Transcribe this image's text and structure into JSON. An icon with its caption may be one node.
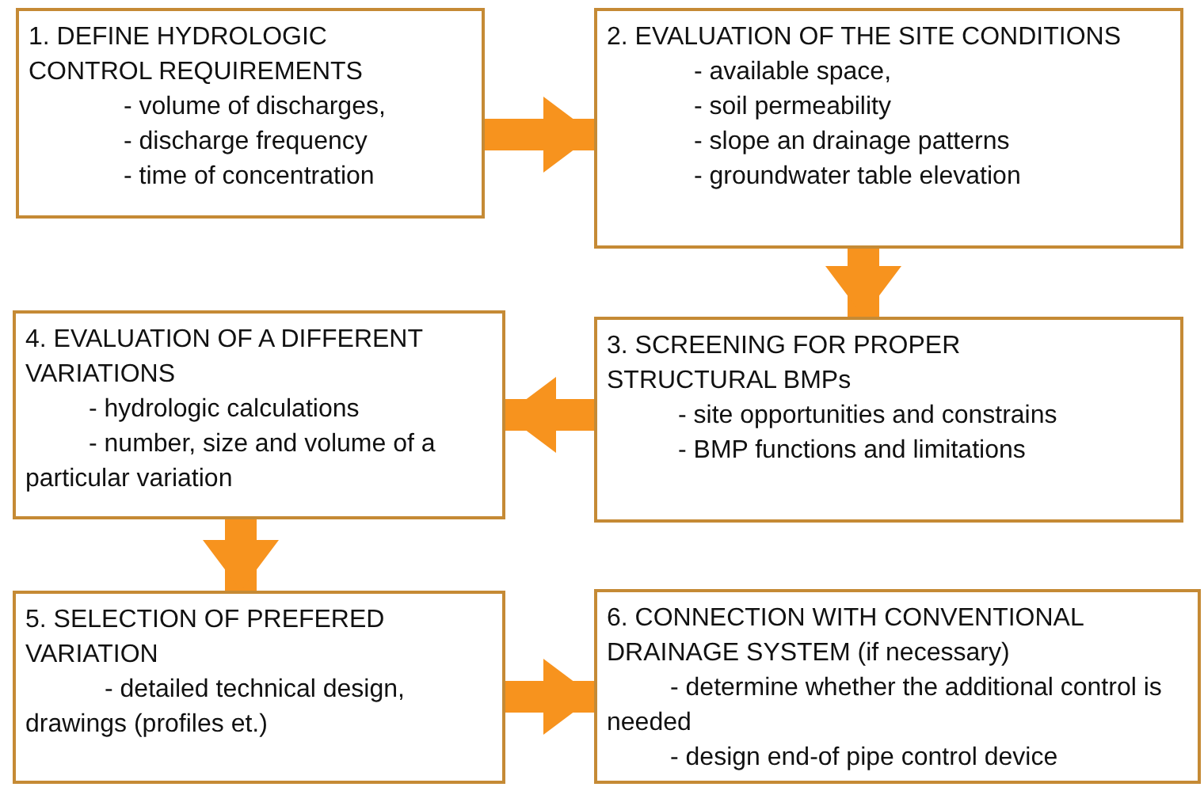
{
  "diagram": {
    "nodes": [
      {
        "text": [
          "1. DEFINE HYDROLOGIC CONTROL REQUIREMENTS",
          "- volume of discharges,",
          "- discharge frequency",
          "- time of concentration"
        ]
      },
      {
        "text": [
          "2. EVALUATION OF THE SITE CONDITIONS",
          "- available space,",
          "- soil permeability",
          "- slope an drainage patterns",
          "- groundwater table elevation"
        ]
      },
      {
        "text": [
          "3. SCREENING FOR PROPER STRUCTURAL BMPs",
          "- site opportunities and constrains",
          "- BMP functions and limitations"
        ]
      },
      {
        "text": [
          "4. EVALUATION OF A DIFFERENT VARIATIONS",
          "- hydrologic calculations",
          "- number, size and volume of a particular variation"
        ]
      },
      {
        "text": [
          "5. SELECTION OF PREFERED VARIATION",
          "- detailed technical design, drawings (profiles et.)"
        ]
      },
      {
        "text": [
          "6. CONNECTION WITH CONVENTIONAL DRAINAGE SYSTEM (if necessary)",
          "- determine whether the additional control is needed",
          "- design end-of pipe control device"
        ]
      }
    ],
    "edges": [
      {
        "from": 0,
        "to": 1,
        "arrow": "to"
      },
      {
        "from": 1,
        "to": 2,
        "arrow": "to"
      },
      {
        "from": 2,
        "to": 3,
        "arrow": "to"
      },
      {
        "from": 3,
        "to": 4,
        "arrow": "to"
      },
      {
        "from": 4,
        "to": 5,
        "arrow": "to"
      }
    ]
  }
}
